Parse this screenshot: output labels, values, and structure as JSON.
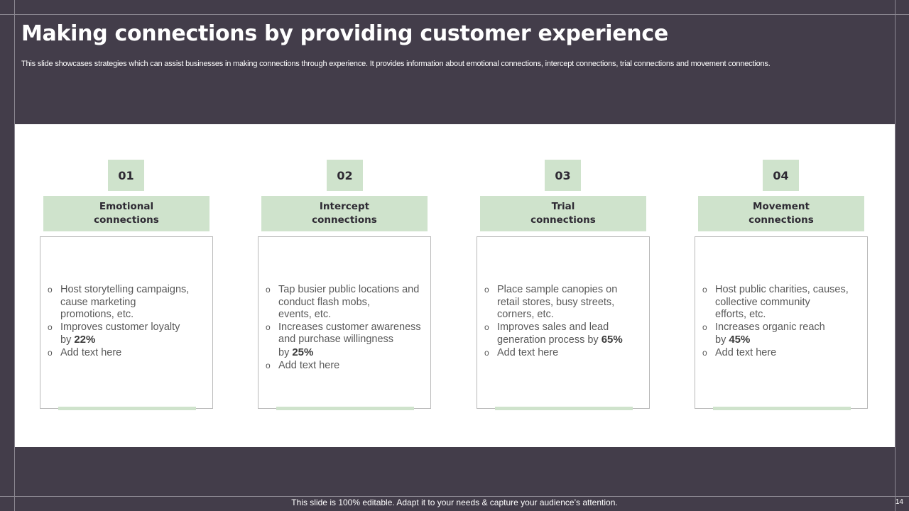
{
  "slide": {
    "title": "Making connections by providing customer experience",
    "subtitle": "This slide showcases strategies which can assist businesses in making connections through experience. It provides information about emotional connections, intercept connections, trial connections and movement connections.",
    "footer": "This slide is 100% editable. Adapt it to your needs & capture your audience’s attention.",
    "page_number": "14",
    "colors": {
      "background": "#433d4a",
      "accent": "#cfe3cc",
      "card_border": "#b9b9b9"
    }
  },
  "columns": [
    {
      "number": "01",
      "heading": [
        "Emotional",
        "connections"
      ],
      "bullets": [
        {
          "lines": [
            "Host storytelling campaigns,",
            "cause marketing",
            "promotions, etc."
          ]
        },
        {
          "lines": [
            "Improves customer loyalty",
            "by "
          ],
          "bold": "22%"
        },
        {
          "lines": [
            "Add text here"
          ]
        }
      ]
    },
    {
      "number": "02",
      "heading": [
        "Intercept",
        "connections"
      ],
      "bullets": [
        {
          "lines": [
            "Tap busier public locations and",
            "conduct flash mobs,",
            "events, etc."
          ]
        },
        {
          "lines": [
            "Increases customer awareness",
            "and purchase willingness",
            "by "
          ],
          "bold": "25%"
        },
        {
          "lines": [
            "Add text here"
          ]
        }
      ]
    },
    {
      "number": "03",
      "heading": [
        "Trial",
        "connections"
      ],
      "bullets": [
        {
          "lines": [
            "Place sample canopies on",
            "retail stores, busy streets,",
            "corners, etc."
          ]
        },
        {
          "lines": [
            "Improves sales and lead",
            "generation process by "
          ],
          "bold": "65%"
        },
        {
          "lines": [
            "Add text here"
          ]
        }
      ]
    },
    {
      "number": "04",
      "heading": [
        "Movement",
        "connections"
      ],
      "bullets": [
        {
          "lines": [
            "Host public charities, causes,",
            "collective community",
            "efforts, etc."
          ]
        },
        {
          "lines": [
            "Increases organic reach",
            "by "
          ],
          "bold": "45%"
        },
        {
          "lines": [
            "Add text here"
          ]
        }
      ]
    }
  ]
}
